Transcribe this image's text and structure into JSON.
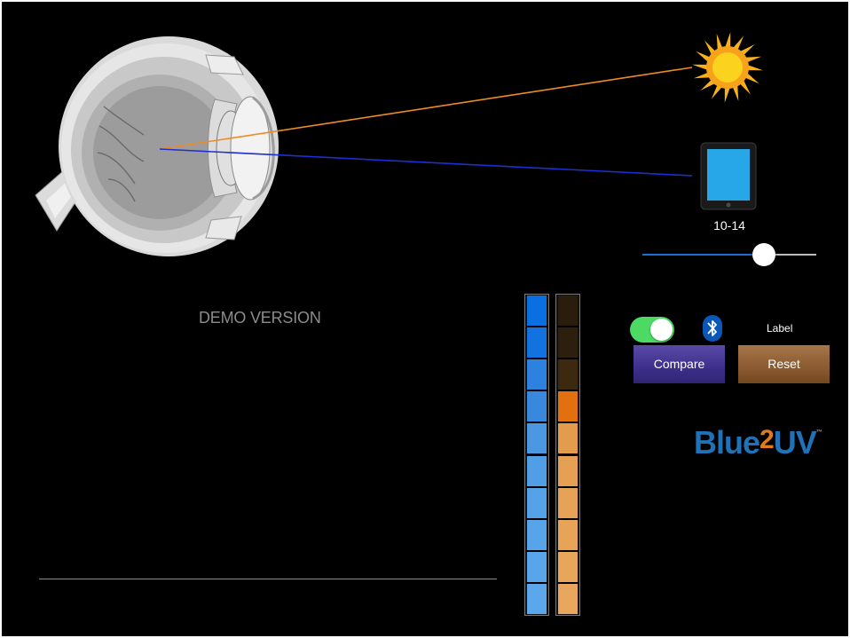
{
  "scene": {
    "eye_icon": "eye-cross-section-icon",
    "sun_icon": "sun-icon",
    "tablet_icon": "tablet-icon",
    "sun_ray_color": "#f08a24",
    "device_ray_color": "#1c2fd0"
  },
  "age_group": {
    "label": "10-14"
  },
  "age_slider": {
    "level": 0.7
  },
  "watermark": {
    "text": "DEMO VERSION"
  },
  "controls": {
    "toggle_on": true,
    "bluetooth_icon": "bluetooth-icon",
    "label_text": "Label",
    "compare_label": "Compare",
    "reset_label": "Reset"
  },
  "brand": {
    "part1": "Blue",
    "part2": "2",
    "part3": "UV",
    "trademark": "™"
  },
  "meters": {
    "blue": {
      "segment_count": 10,
      "colors": [
        "#0a6fe0",
        "#1272e0",
        "#2d82e0",
        "#3889de",
        "#4b97e2",
        "#529ee6",
        "#56a2e8",
        "#58a4ea",
        "#5aa5ea",
        "#5ca7eb"
      ]
    },
    "orange": {
      "segment_count": 10,
      "colors": [
        "#2b1d0c",
        "#2d1f0e",
        "#3d2810",
        "#e2700f",
        "#e39b4c",
        "#e5a054",
        "#e6a256",
        "#e7a459",
        "#e8a65b",
        "#e9a75d"
      ]
    }
  }
}
